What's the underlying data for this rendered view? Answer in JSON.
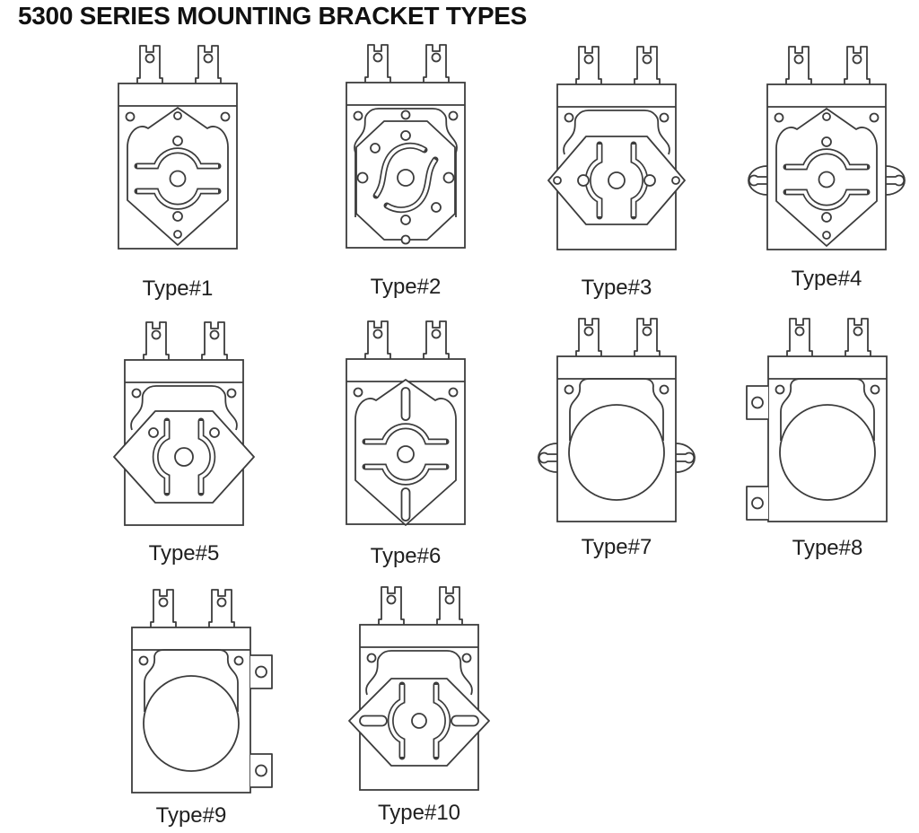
{
  "title": "5300 SERIES MOUNTING BRACKET TYPES",
  "series": "5300",
  "figures": [
    {
      "label": "Type#1",
      "variant": "shield-arch-slots"
    },
    {
      "label": "Type#2",
      "variant": "octagon-s-slots"
    },
    {
      "label": "Type#3",
      "variant": "hex-side-points"
    },
    {
      "label": "Type#4",
      "variant": "shield-side-ears"
    },
    {
      "label": "Type#5",
      "variant": "hex-wide-points"
    },
    {
      "label": "Type#6",
      "variant": "shield-vertical-slots"
    },
    {
      "label": "Type#7",
      "variant": "round-cover-side-ears"
    },
    {
      "label": "Type#8",
      "variant": "round-cover-left-tabs"
    },
    {
      "label": "Type#9",
      "variant": "round-cover-right-tabs"
    },
    {
      "label": "Type#10",
      "variant": "hex-horizontal-slots"
    }
  ],
  "colors": {
    "line": "#3c3c3c",
    "text": "#1f1f1f",
    "background": "#ffffff"
  }
}
